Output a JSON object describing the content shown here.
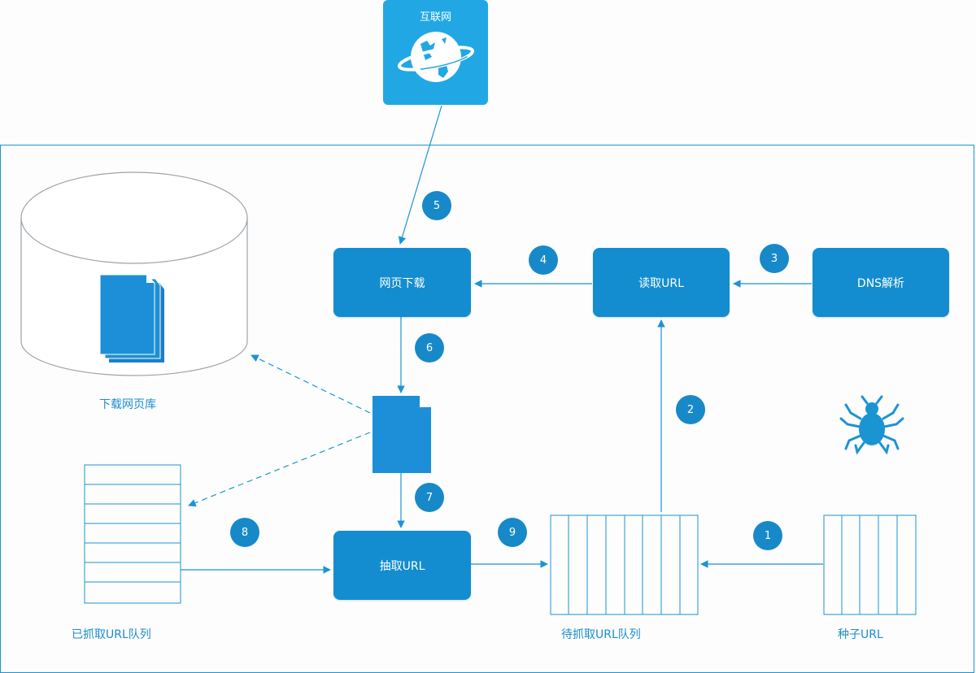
{
  "internet": {
    "label": "互联网"
  },
  "nodes": {
    "download": "网页下载",
    "read_url": "读取URL",
    "dns": "DNS解析",
    "extract_url": "抽取URL"
  },
  "labels": {
    "page_library": "下载网页库",
    "crawled_queue": "已抓取URL队列",
    "pending_queue": "待抓取URL队列",
    "seed_url": "种子URL"
  },
  "steps": [
    "1",
    "2",
    "3",
    "4",
    "5",
    "6",
    "7",
    "8",
    "9"
  ],
  "colors": {
    "primary": "#138dcf",
    "internet_bg": "#22a7e5",
    "line": "#1b94d2"
  }
}
